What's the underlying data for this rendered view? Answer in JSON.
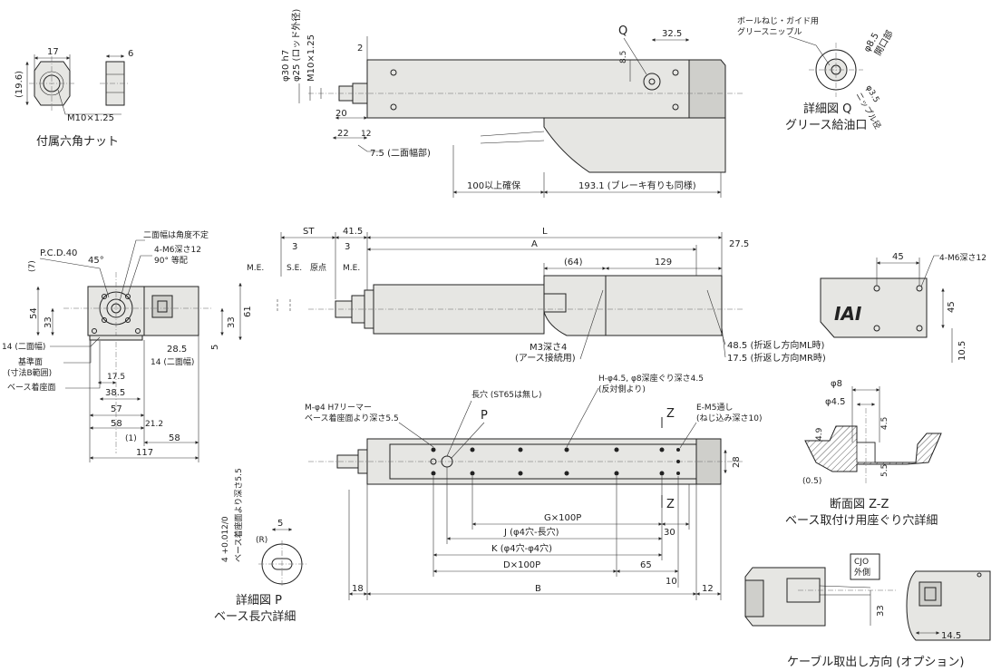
{
  "nut": {
    "caption": "付属六角ナット",
    "dim_17": "17",
    "dim_6": "6",
    "dim_19_6": "(19.6)",
    "thread": "M10×1.25"
  },
  "top_view": {
    "d_30": "φ30 h7",
    "d_25": "φ25 (ロッド外径)",
    "m10": "M10×1.25",
    "dim_2": "2",
    "dim_20": "20",
    "dim_22": "22",
    "dim_12": "12",
    "dim_7_5": "7.5 (二面幅部)",
    "dim_100": "100以上確保",
    "dim_193": "193.1 (ブレーキ有りも同様)",
    "label_q": "Q",
    "dim_32_5": "32.5",
    "dim_8_5": "8.5"
  },
  "detail_q": {
    "callout": "ボールねじ・ガイド用\nグリースニップル",
    "d_8_5": "φ8.5",
    "kaikou": "開口部",
    "d_3_5": "φ3.5",
    "nipple": "ニップル径",
    "caption1": "詳細図 Q",
    "caption2": "グリース給油口"
  },
  "front_view": {
    "pcd": "P.C.D.40",
    "angle": "45°",
    "nimen_fix": "二面幅は角度不定",
    "m6_holes": "4-M6深さ12",
    "deg90": "90° 等配",
    "dim_7": "(7)",
    "dim_54": "54",
    "dim_33a": "33",
    "dim_33b": "33",
    "dim_61": "61",
    "dim_5": "5",
    "dim_14": "14 (二面幅)",
    "kijun": "基準面",
    "sunpo": "(寸法B範囲)",
    "base": "ベース着座面",
    "dim_28_5": "28.5",
    "dim_14b": "14 (二面幅)",
    "dim_17_5": "17.5",
    "dim_38_5": "38.5",
    "dim_57": "57",
    "dim_58": "58",
    "dim_21_2": "21.2",
    "dim_1": "(1)",
    "dim_58b": "58",
    "dim_117": "117"
  },
  "side_view": {
    "st": "ST",
    "dim_41_5": "41.5",
    "dim_3a": "3",
    "dim_3b": "3",
    "me1": "M.E.",
    "se": "S.E.",
    "genten": "原点",
    "me2": "M.E.",
    "L": "L",
    "A": "A",
    "dim_27_5": "27.5",
    "dim_64": "(64)",
    "dim_129": "129",
    "m3": "M3深さ4",
    "earth": "(アース接続用)",
    "dim_48_5": "48.5 (折返し方向ML時)",
    "dim_17_5": "17.5 (折返し方向MR時)"
  },
  "rear_view": {
    "dim_45a": "45",
    "m6": "4-M6深さ12",
    "dim_45b": "45",
    "dim_10_5": "10.5",
    "logo": "IAI"
  },
  "bottom_view": {
    "m_holes": "M-φ4 H7リーマー",
    "m_depth": "ベース着座面より深さ5.5",
    "slot": "長穴 (ST65は無し)",
    "label_p": "P",
    "h_holes": "H-φ4.5, φ8深座ぐり深さ4.5",
    "h_side": "(反対側より)",
    "e_holes": "E-M5通し",
    "e_depth": "(ねじ込み深さ10)",
    "label_z1": "Z",
    "label_z2": "Z",
    "dim_28": "28",
    "g": "G×100P",
    "dim_30": "30",
    "j": "J (φ4穴-長穴)",
    "k": "K (φ4穴-φ4穴)",
    "d": "D×100P",
    "dim_65": "65",
    "dim_10": "10",
    "dim_18": "18",
    "B": "B",
    "dim_12": "12"
  },
  "detail_p": {
    "tol": "4 +0.012/0",
    "depth": "ベース着座面より深さ5.5",
    "dim_5": "5",
    "r": "(R)",
    "caption1": "詳細図 P",
    "caption2": "ベース長穴詳細"
  },
  "section_z": {
    "d_8": "φ8",
    "d_4_5": "φ4.5",
    "dim_4_9": "4.9",
    "dim_4_5": "4.5",
    "dim_5_5": "5.5",
    "dim_0_5": "(0.5)",
    "caption1": "断面図 Z-Z",
    "caption2": "ベース取付け用座ぐり穴詳細"
  },
  "cable_option": {
    "cjo1": "CJO",
    "cjo2": "外側",
    "dim_33": "33",
    "dim_14_5": "14.5",
    "caption": "ケーブル取出し方向 (オプション)"
  }
}
